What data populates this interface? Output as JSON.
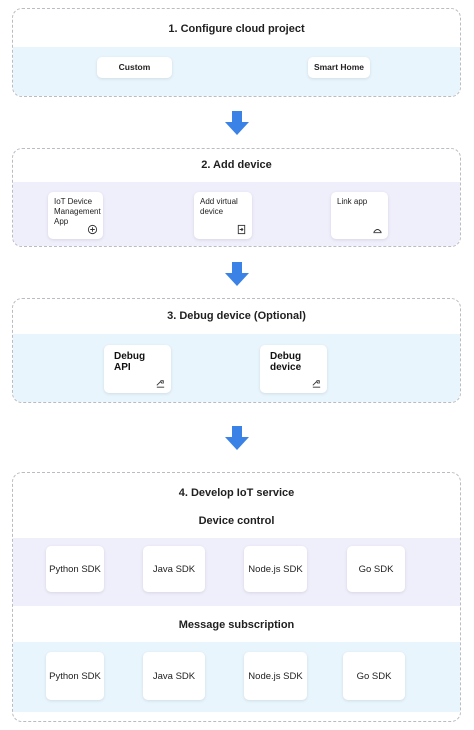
{
  "stage1": {
    "title": "1. Configure cloud project",
    "options": [
      "Custom",
      "Smart Home"
    ]
  },
  "stage2": {
    "title": "2. Add device",
    "options": [
      "IoT Device Management App",
      "Add virtual device",
      "Link app"
    ]
  },
  "stage3": {
    "title": "3. Debug device (Optional)",
    "options": [
      "Debug API",
      "Debug device"
    ]
  },
  "stage4": {
    "title": "4. Develop IoT service",
    "device_control": {
      "title": "Device control",
      "sdks": [
        "Python SDK",
        "Java SDK",
        "Node.js SDK",
        "Go SDK"
      ]
    },
    "message_subscription": {
      "title": "Message subscription",
      "sdks": [
        "Python SDK",
        "Java SDK",
        "Node.js SDK",
        "Go SDK"
      ]
    }
  },
  "colors": {
    "arrow": "#3b82e6",
    "band_blue": "#e8f5fd",
    "band_purple": "#efeefb",
    "border": "#b9bcc2"
  },
  "icons": [
    "add-circle-icon",
    "export-icon",
    "link-app-icon",
    "debug-api-icon",
    "debug-device-icon",
    "arrow-down-icon"
  ]
}
